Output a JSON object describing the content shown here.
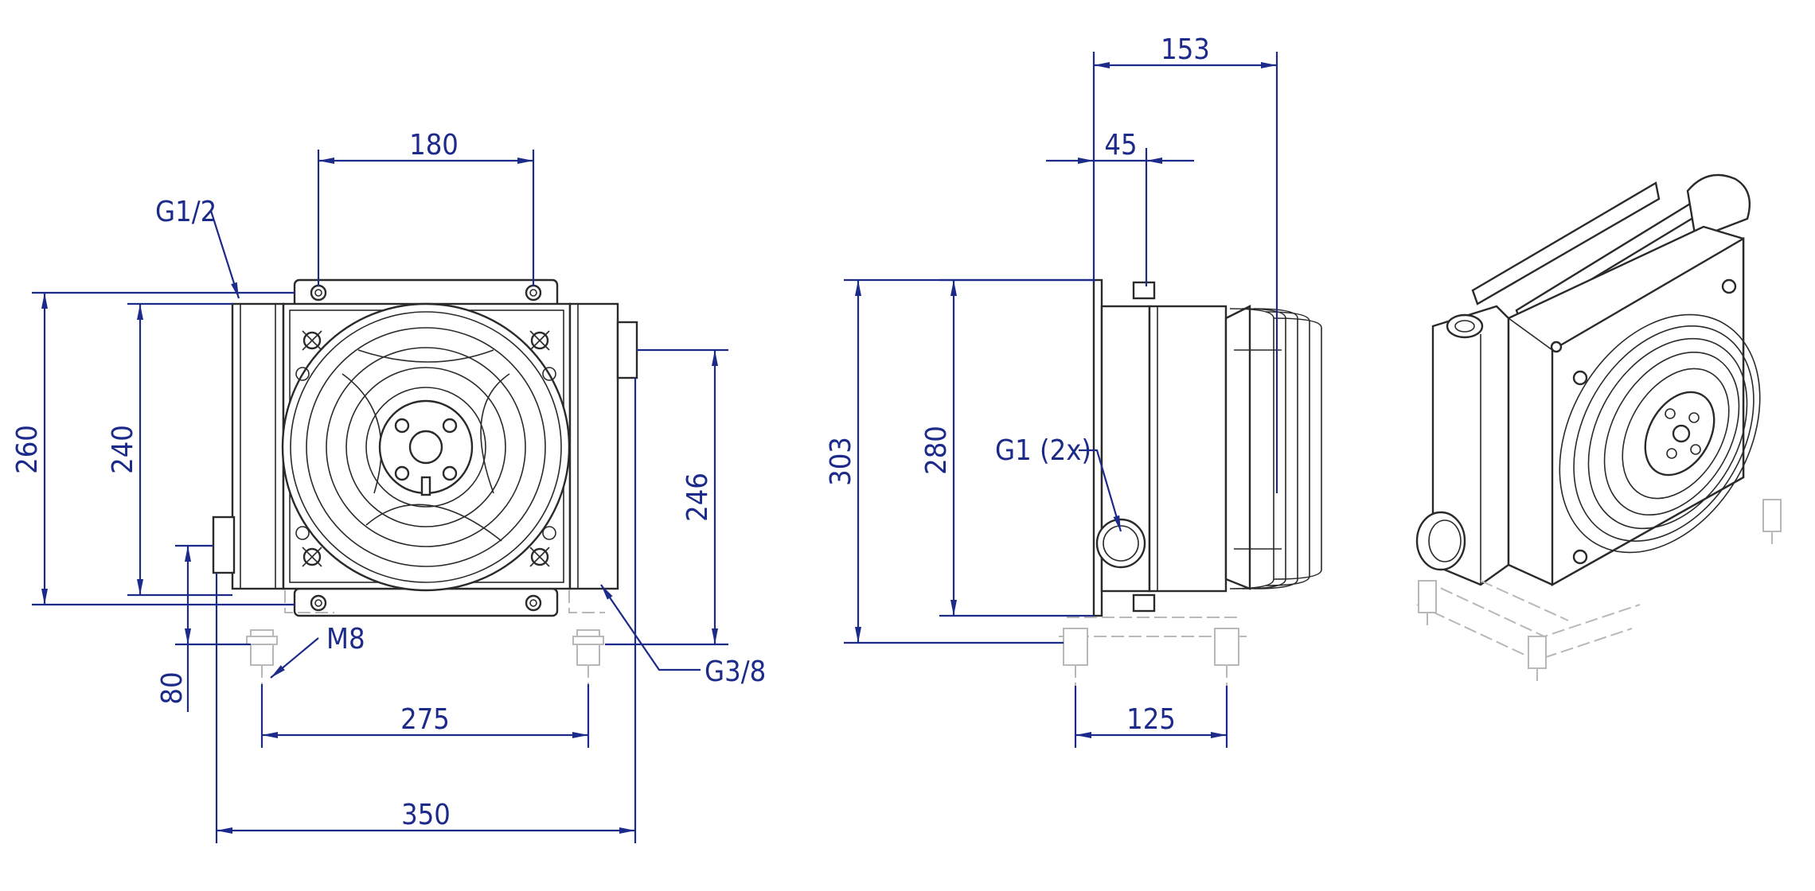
{
  "drawing": {
    "front_view": {
      "dims": {
        "width_mount": "180",
        "height_outer": "260",
        "height_core": "240",
        "port_height": "246",
        "foot_height": "80",
        "foot_spacing": "275",
        "overall_width": "350"
      },
      "callouts": {
        "port_top": "G1/2",
        "port_bottom": "G3/8",
        "bolt": "M8"
      }
    },
    "side_view": {
      "dims": {
        "depth_overall": "153",
        "depth_offset": "45",
        "height_overall": "303",
        "height_body": "280",
        "foot_spacing": "125"
      },
      "callouts": {
        "port": "G1 (2x)"
      }
    },
    "colors": {
      "dimension": "#1c2a8a",
      "outline": "#2a2a2a",
      "ghost": "#b8b8b8"
    }
  }
}
